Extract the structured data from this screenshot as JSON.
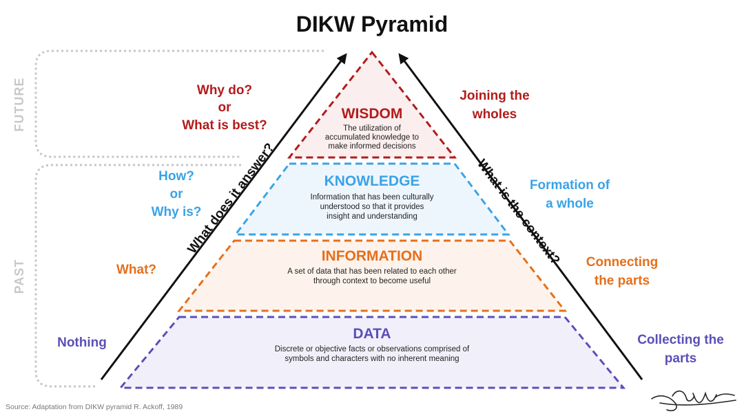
{
  "title": "DIKW Pyramid",
  "timeline": {
    "future": "FUTURE",
    "past": "PAST"
  },
  "axes": {
    "left": "What does it answer?",
    "right": "What is the context?"
  },
  "levels": [
    {
      "key": "wisdom",
      "title": "WISDOM",
      "color": "#b31b1b",
      "fill": "#fbeeee",
      "desc": [
        "The utilization of",
        "accumulated knowledge to",
        "make informed decisions"
      ],
      "question": [
        "Why do?",
        "or",
        "What is best?"
      ],
      "context": [
        "Joining the",
        "wholes"
      ]
    },
    {
      "key": "knowledge",
      "title": "KNOWLEDGE",
      "color": "#3aa3e6",
      "fill": "#eef6fd",
      "desc": [
        "Information that has been culturally",
        "understood so that it provides",
        "insight and understanding"
      ],
      "question": [
        "How?",
        "or",
        "Why is?"
      ],
      "context": [
        "Formation of",
        "a whole"
      ]
    },
    {
      "key": "information",
      "title": "INFORMATION",
      "color": "#e56f1c",
      "fill": "#fdf3ec",
      "desc": [
        "A set of data that has been related to each other",
        "through context to become useful"
      ],
      "question": [
        "What?"
      ],
      "context": [
        "Connecting",
        "the parts"
      ]
    },
    {
      "key": "data",
      "title": "DATA",
      "color": "#5a4fb8",
      "fill": "#f1f0fa",
      "desc": [
        "Discrete or objective facts or observations comprised of",
        "symbols and characters with no inherent meaning"
      ],
      "question": [
        "Nothing"
      ],
      "context": [
        "Collecting the",
        "parts"
      ]
    }
  ],
  "source": "Source: Adaptation from DIKW pyramid R. Ackoff, 1989",
  "signature": "Jeff Winter"
}
